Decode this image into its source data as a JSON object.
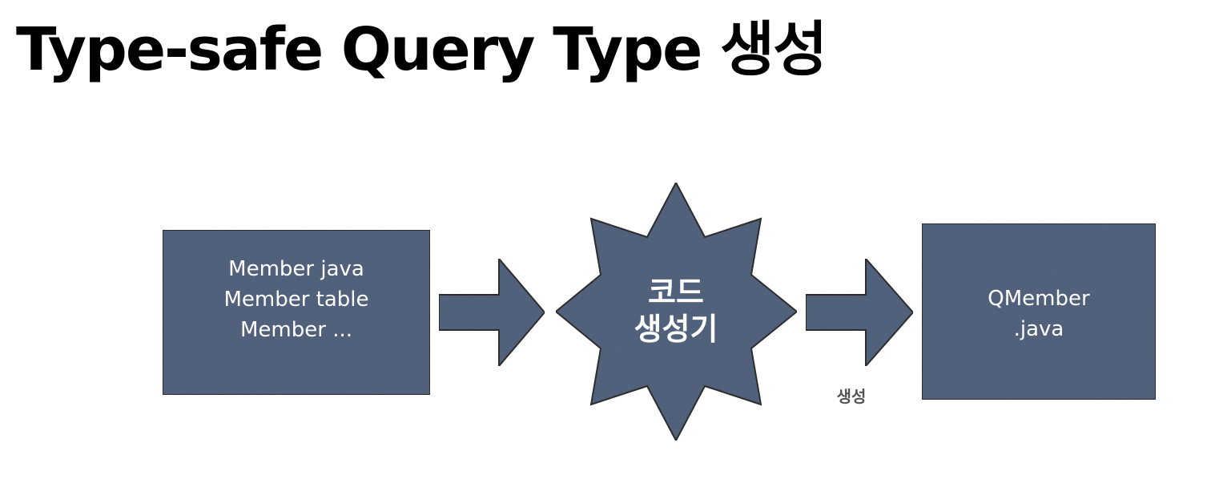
{
  "title": "Type-safe Query Type 생성",
  "diagram": {
    "source_box": {
      "lines": [
        "Member java",
        "Member table",
        "Member ..."
      ]
    },
    "generator": {
      "lines": [
        "코드",
        "생성기"
      ]
    },
    "target_box": {
      "lines": [
        "QMember",
        ".java"
      ]
    },
    "arrow_caption": "생성"
  },
  "colors": {
    "shape_fill": "#4a5b78",
    "shape_stroke": "#1a1a1a",
    "text_on_shape": "#ffffff",
    "caption": "#555555",
    "title": "#000000"
  },
  "icons": [
    "right-arrow-icon",
    "star-burst-icon"
  ]
}
